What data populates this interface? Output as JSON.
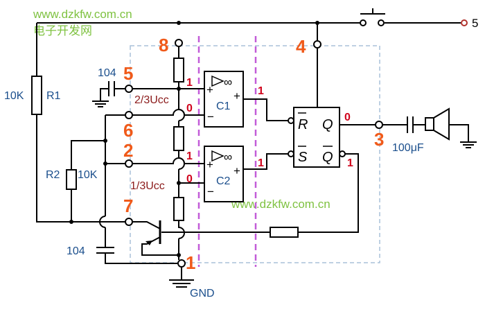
{
  "watermark": {
    "site": "www.dzkfw.com.cn",
    "cn_name": "电子开发网",
    "center_site": "www.dzkfw.com.cn"
  },
  "pins": {
    "p8": "8",
    "p4": "4",
    "p5": "5",
    "p6": "6",
    "p2": "2",
    "p7": "7",
    "p1": "1",
    "p3": "3"
  },
  "components": {
    "r1_value": "10K",
    "r1_name": "R1",
    "r2_name": "R2",
    "r2_value": "10K",
    "cap_top": "104",
    "cap_bottom": "104",
    "out_cap": "100μF",
    "c1": "C1",
    "c2": "C2",
    "gnd": "GND",
    "vcc_label": "5",
    "ref_high": "2/3Ucc",
    "ref_low": "1/3Ucc"
  },
  "logic_states": {
    "c1_plus": "1",
    "c1_minus": "0",
    "c1_out": "1",
    "c2_plus": "1",
    "c2_minus": "0",
    "c2_out": "1",
    "q": "0",
    "qbar": "1"
  },
  "ff": {
    "r": "R",
    "s": "S",
    "q": "Q",
    "qbar": "Q"
  },
  "comparator_symbols": {
    "plus": "+",
    "minus": "−",
    "inf": "∞"
  },
  "colors": {
    "pin": "#f05a1a",
    "label": "#1a4e8c",
    "logic": "#d0021b",
    "watermark": "#7fc241",
    "dashed_box": "#a8c0d8",
    "divider": "#c25bd8"
  }
}
